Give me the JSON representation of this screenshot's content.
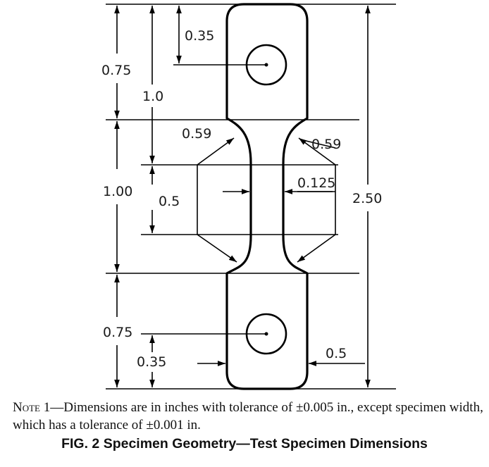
{
  "dimensions": {
    "top_tab_length": "0.75",
    "top_hole_offset": "0.35",
    "hole_to_gauge": "1.0",
    "fillet_radius_left": "0.59",
    "fillet_radius_right": "0.59",
    "center_section_length": "1.00",
    "gauge_length": "0.5",
    "gauge_width": "0.125",
    "overall_length": "2.50",
    "bottom_tab_length": "0.75",
    "bottom_hole_offset": "0.35",
    "tab_width": "0.5"
  },
  "note": {
    "lead": "Note 1",
    "text": "—Dimensions are in inches with tolerance of ±0.005 in., except specimen width, which has a tolerance of ±0.001 in."
  },
  "caption": "FIG. 2 Specimen Geometry—Test Specimen Dimensions"
}
